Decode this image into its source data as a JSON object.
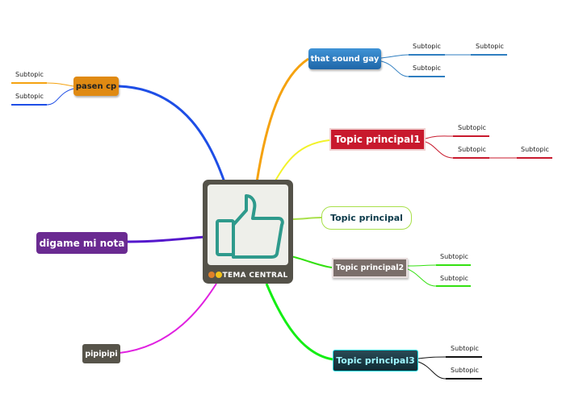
{
  "central": {
    "label": "TEMA CENTRAL",
    "icon": "thumbs-up-icon",
    "emoji_icons": [
      "angry-face-icon",
      "confused-face-icon"
    ]
  },
  "topics": {
    "sound": {
      "label": "that sound gay",
      "subtopics": [
        "Subtopic",
        "Subtopic",
        "Subtopic"
      ]
    },
    "principal1": {
      "label": "Topic principal1",
      "subtopics": [
        "Subtopic",
        "Subtopic",
        "Subtopic"
      ]
    },
    "principal": {
      "label": "Topic principal"
    },
    "principal2": {
      "label": "Topic principal2",
      "subtopics": [
        "Subtopic",
        "Subtopic"
      ]
    },
    "principal3": {
      "label": "Topic principal3",
      "subtopics": [
        "Subtopic",
        "Subtopic"
      ]
    },
    "pasen": {
      "label": "pasen cp",
      "subtopics": [
        "Subtopic",
        "Subtopic"
      ]
    },
    "digame": {
      "label": "digame mi nota"
    },
    "pipipipi": {
      "label": "pipipipi"
    }
  },
  "colors": {
    "sound": "#2f7ec0",
    "principal1": "#c8192d",
    "principal": "#a8e04a",
    "principal2": "#7a6e6a",
    "principal3": "#1fe0e6",
    "pasen": "#e08a12",
    "digame": "#6a2a91",
    "pipipipi": "#57544a"
  }
}
